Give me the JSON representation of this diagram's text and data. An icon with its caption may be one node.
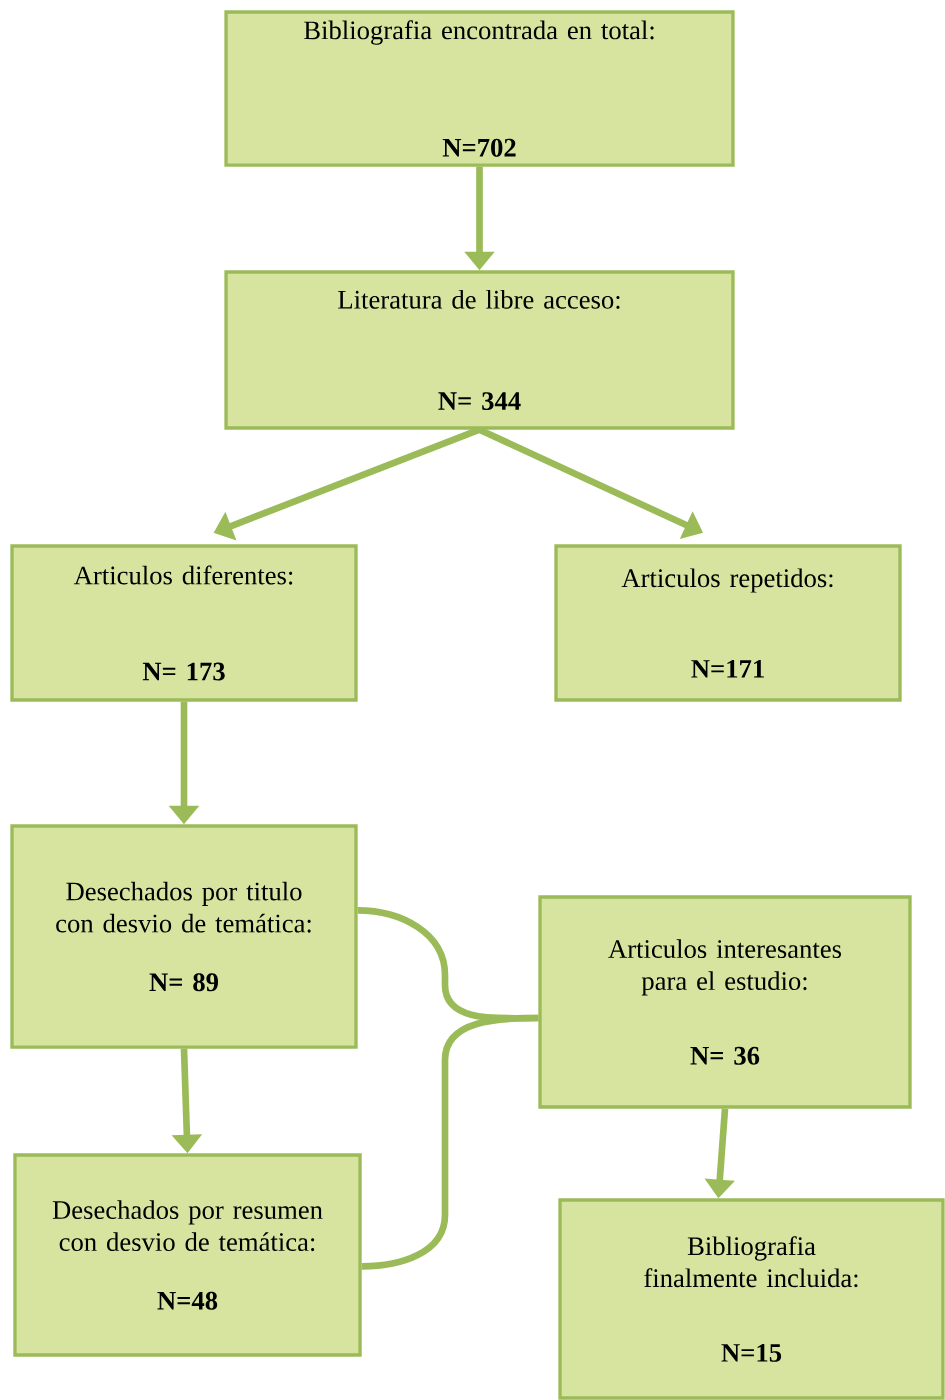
{
  "diagram": {
    "nodes": [
      {
        "text": [
          "Bibliografia encontrada en total:",
          "N=702"
        ]
      },
      {
        "text": [
          "Literatura de libre acceso:",
          "N= 344"
        ]
      },
      {
        "text": [
          "Articulos diferentes:",
          "N= 173"
        ]
      },
      {
        "text": [
          "Articulos repetidos:",
          "N=171"
        ]
      },
      {
        "text": [
          "Desechados por titulo con desvio de temática:",
          "N= 89"
        ]
      },
      {
        "text": [
          "Desechados por resumen con desvio de temática:",
          "N=48"
        ]
      },
      {
        "text": [
          "Articulos interesantes para el estudio:",
          "N= 36"
        ]
      },
      {
        "text": [
          "Bibliografia finalmente incluida:",
          "N=15"
        ]
      }
    ],
    "edges": [
      {
        "from": 0,
        "to": 1,
        "arrow": "to"
      },
      {
        "from": 1,
        "to": 2,
        "arrow": "to"
      },
      {
        "from": 1,
        "to": 3,
        "arrow": "to"
      },
      {
        "from": 2,
        "to": 4,
        "arrow": "to"
      },
      {
        "from": 4,
        "to": 5,
        "arrow": "to"
      },
      {
        "from": 4,
        "to": 6,
        "arrow": "none"
      },
      {
        "from": 5,
        "to": 6,
        "arrow": "none"
      },
      {
        "from": 6,
        "to": 7,
        "arrow": "to"
      }
    ]
  }
}
